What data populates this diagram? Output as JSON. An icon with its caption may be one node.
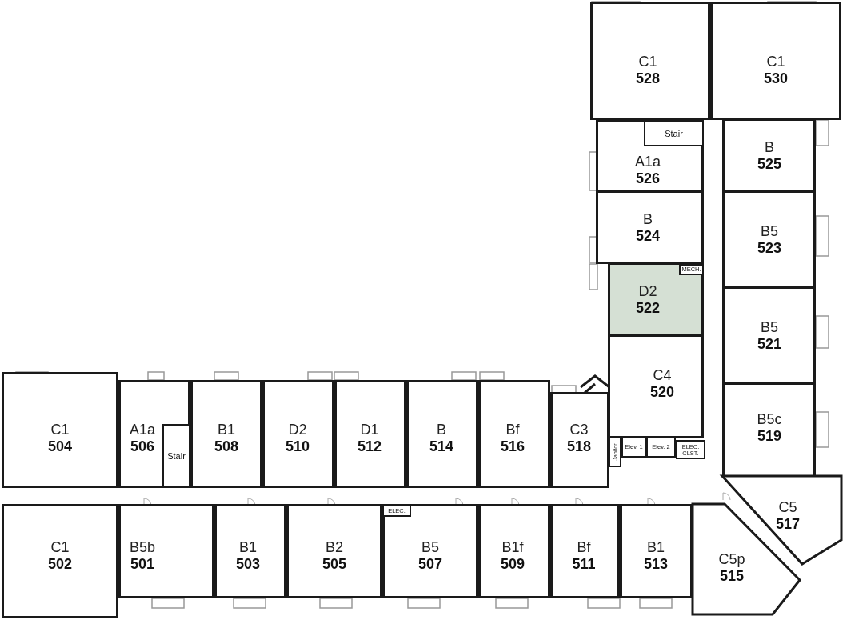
{
  "diagram": {
    "nodes": [
      {
        "text": [
          "C1",
          "528"
        ]
      },
      {
        "text": [
          "C1",
          "530"
        ]
      },
      {
        "text": [
          "A1a",
          "526"
        ]
      },
      {
        "text": [
          "Stair"
        ],
        "in": 2
      },
      {
        "text": [
          "B",
          "525"
        ]
      },
      {
        "text": [
          "B",
          "524"
        ]
      },
      {
        "text": [
          "B5",
          "523"
        ]
      },
      {
        "text": [
          "D2",
          "522"
        ]
      },
      {
        "text": [
          "MECH."
        ],
        "in": 7
      },
      {
        "text": [
          "B5",
          "521"
        ]
      },
      {
        "text": [
          "C4",
          "520"
        ]
      },
      {
        "text": [
          "B5c",
          "519"
        ]
      },
      {
        "text": [
          "C1",
          "504"
        ]
      },
      {
        "text": [
          "A1a",
          "506"
        ]
      },
      {
        "text": [
          "Stair"
        ],
        "in": 13
      },
      {
        "text": [
          "B1",
          "508"
        ]
      },
      {
        "text": [
          "D2",
          "510"
        ]
      },
      {
        "text": [
          "D1",
          "512"
        ]
      },
      {
        "text": [
          "B",
          "514"
        ]
      },
      {
        "text": [
          "Bf",
          "516"
        ]
      },
      {
        "text": [
          "C3",
          "518"
        ]
      },
      {
        "text": [
          "Janitor"
        ]
      },
      {
        "text": [
          "Elev. 1"
        ]
      },
      {
        "text": [
          "Elev. 2"
        ]
      },
      {
        "text": [
          "ELEC. CLST."
        ]
      },
      {
        "text": [
          "C5",
          "517"
        ]
      },
      {
        "text": [
          "C1",
          "502"
        ]
      },
      {
        "text": [
          "B5b",
          "501"
        ]
      },
      {
        "text": [
          "B1",
          "503"
        ]
      },
      {
        "text": [
          "B2",
          "505"
        ]
      },
      {
        "text": [
          "ELEC."
        ],
        "in": 31
      },
      {
        "text": [
          "B5",
          "507"
        ]
      },
      {
        "text": [
          "B1f",
          "509"
        ]
      },
      {
        "text": [
          "Bf",
          "511"
        ]
      },
      {
        "text": [
          "B1",
          "513"
        ]
      },
      {
        "text": [
          "C5p",
          "515"
        ]
      }
    ],
    "edges": []
  }
}
